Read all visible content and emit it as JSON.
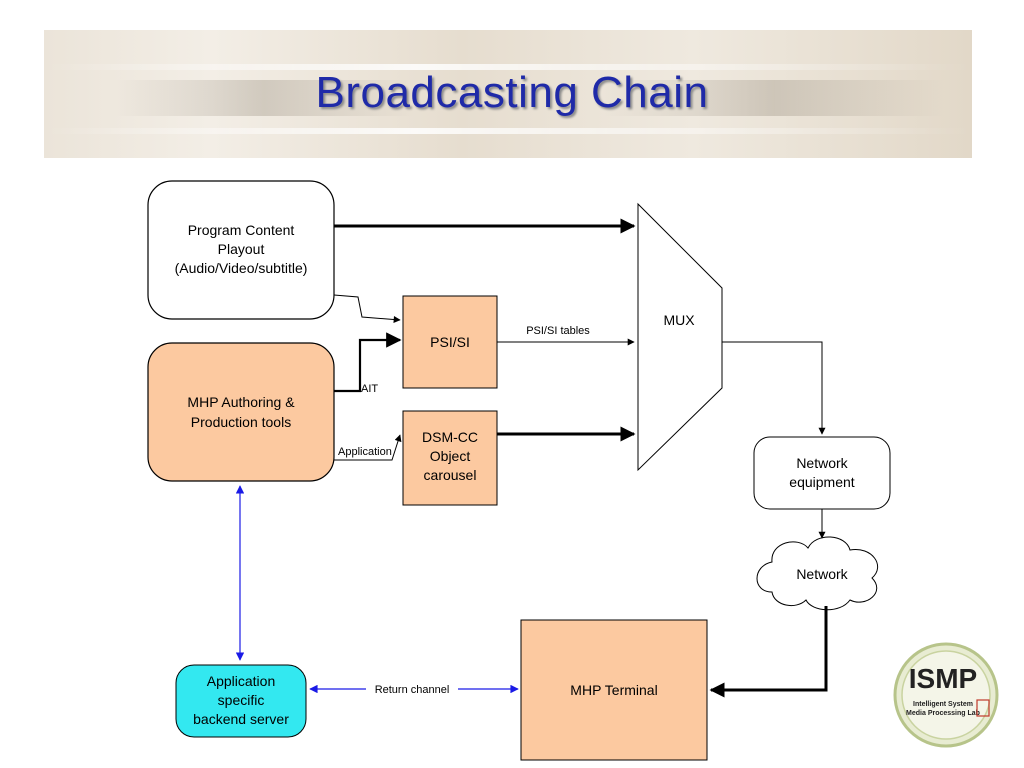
{
  "slide": {
    "title": "Broadcasting Chain"
  },
  "diagram": {
    "nodes": {
      "program_content": [
        "Program Content",
        "Playout",
        "(Audio/Video/subtitle)"
      ],
      "mhp_authoring": [
        "MHP Authoring &",
        "Production tools"
      ],
      "psi_si": "PSI/SI",
      "dsm_cc": [
        "DSM-CC",
        "Object",
        "carousel"
      ],
      "mux": "MUX",
      "network_equipment": [
        "Network",
        "equipment"
      ],
      "network": "Network",
      "mhp_terminal": "MHP Terminal",
      "backend_server": [
        "Application",
        "specific",
        "backend server"
      ]
    },
    "edge_labels": {
      "psi_si_tables": "PSI/SI tables",
      "ait": "AIT",
      "application": "Application",
      "return_channel": "Return channel"
    },
    "colors": {
      "orange_fill": "#fcc9a0",
      "cyan_fill": "#33e8f0",
      "blue_link": "#1a1ae6",
      "title_blue": "#1f2aa8"
    }
  },
  "logo": {
    "mark": "ISMP",
    "lines": [
      "Intelligent System",
      "Media Processing Lab"
    ]
  }
}
